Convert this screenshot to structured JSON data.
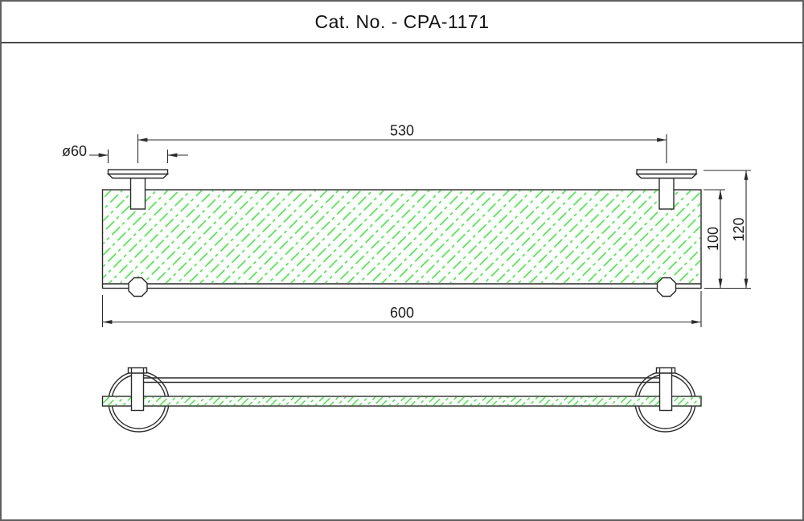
{
  "title": "Cat. No. - CPA-1171",
  "drawing": {
    "type": "technical-drawing",
    "views": [
      "top-view",
      "front-view"
    ],
    "dimensions": {
      "bracket_spacing": "530",
      "flange_diameter": "ø60",
      "overall_length": "600",
      "glass_depth": "100",
      "overall_depth": "120"
    },
    "colors": {
      "glass_hatch": "#35e635",
      "line": "#2b2b2b",
      "frame_border": "#5f5f5f",
      "title_divider": "#4a4a4a",
      "paper": "#ffffff"
    }
  }
}
